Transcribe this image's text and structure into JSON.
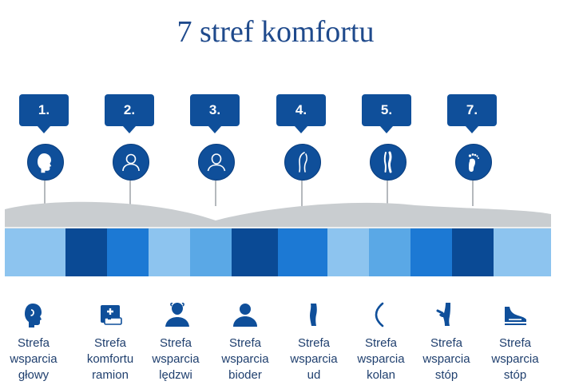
{
  "title": "7 stref komfortu",
  "colors": {
    "navy": "#0f4f9a",
    "blue": "#1c79d4",
    "mid": "#5aa8e6",
    "light": "#8dc4ef",
    "deep": "#0a4a95",
    "gray": "#c9cdd0"
  },
  "markers": [
    {
      "number": "1.",
      "icon": "head-icon"
    },
    {
      "number": "2.",
      "icon": "shoulders-icon"
    },
    {
      "number": "3.",
      "icon": "person-icon"
    },
    {
      "number": "4.",
      "icon": "hip-icon"
    },
    {
      "number": "5.",
      "icon": "legs-icon"
    },
    {
      "number": "7.",
      "icon": "foot-icon"
    }
  ],
  "zones": [
    {
      "line1": "Strefa",
      "line2": "wsparcia",
      "line3": "głowy",
      "icon": "head-profile-icon"
    },
    {
      "line1": "Strefa",
      "line2": "komfortu",
      "line3": "ramion",
      "icon": "shoulder-frame-icon"
    },
    {
      "line1": "Strefa",
      "line2": "wsparcia",
      "line3": "lędzwi",
      "icon": "torso-icon"
    },
    {
      "line1": "Strefa",
      "line2": "wsparcia",
      "line3": "bioder",
      "icon": "person-bust-icon"
    },
    {
      "line1": "Strefa",
      "line2": "wsparcia",
      "line3": "ud",
      "icon": "thigh-icon"
    },
    {
      "line1": "Strefa",
      "line2": "wsparcia",
      "line3": "kolan",
      "icon": "knee-icon"
    },
    {
      "line1": "Strefa",
      "line2": "wsparcia",
      "line3": "stóp",
      "icon": "ankle-icon"
    },
    {
      "line1": "Strefa",
      "line2": "wsparcia",
      "line3": "stóp",
      "icon": "foot-sole-icon"
    }
  ]
}
